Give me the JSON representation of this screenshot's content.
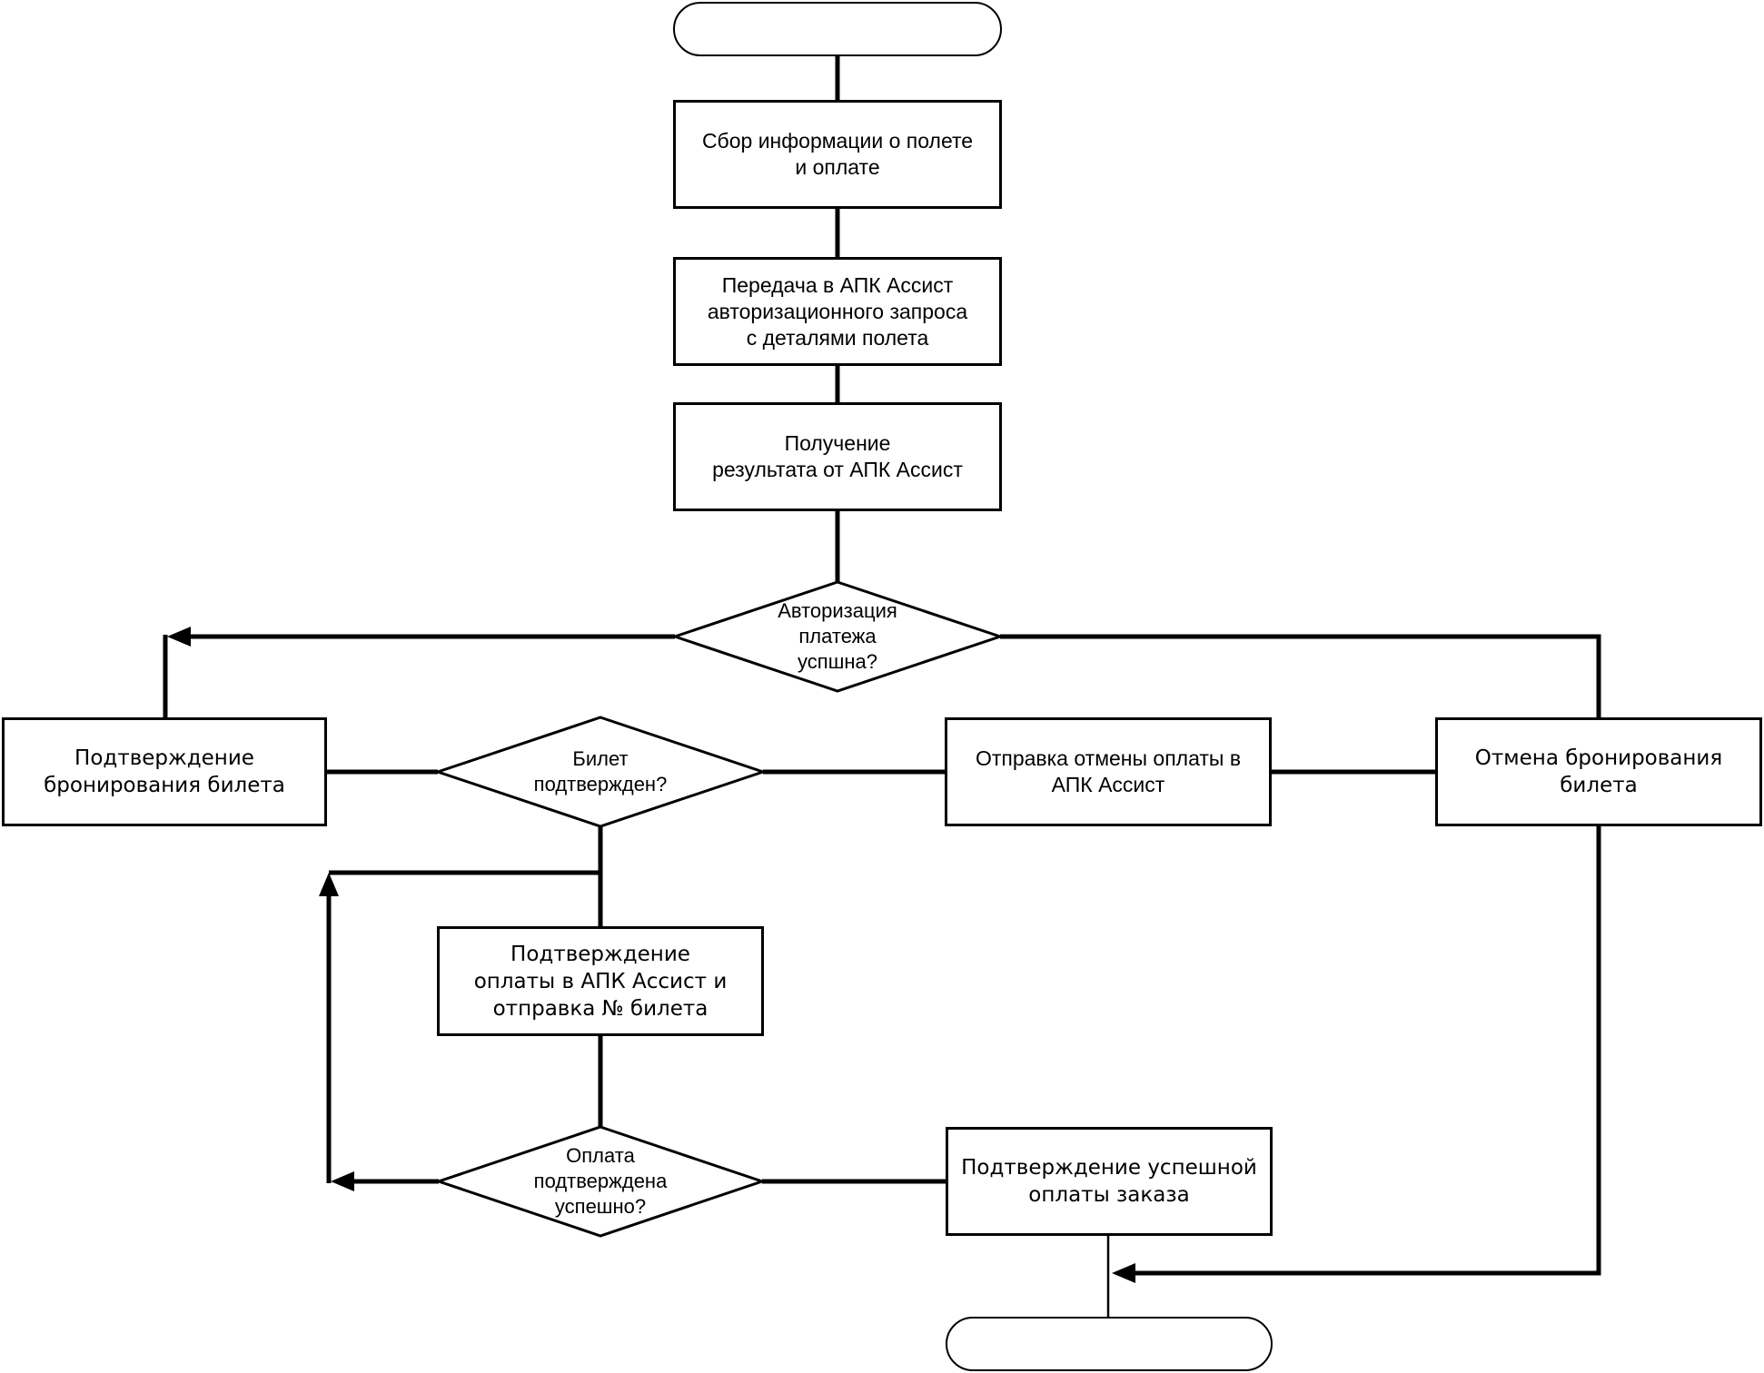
{
  "diagram": {
    "title": "flowchart-ticket-payment-processing",
    "colors": {
      "background": "#ffffff",
      "line": "#000000",
      "shape_fill": "#ffffff",
      "text": "#000000"
    },
    "nodes": {
      "start": {
        "type": "terminator",
        "label": ""
      },
      "collect_info": {
        "type": "process",
        "label": "Сбор информации о полете\nи оплате"
      },
      "auth_request": {
        "type": "process",
        "label": "Передача в АПК Ассист\nавторизационного запроса\nс деталями полета"
      },
      "receive_result": {
        "type": "process",
        "label": "Получение\nрезультата от АПК Ассист"
      },
      "auth_success": {
        "type": "decision",
        "label": "Авторизация\nплатежа\nуспшна?"
      },
      "confirm_booking": {
        "type": "process",
        "label": "Подтверждение\nбронирования билета"
      },
      "ticket_confirmed": {
        "type": "decision",
        "label": "Билет\nподтвержден?"
      },
      "send_payment_cancellation": {
        "type": "process",
        "label": "Отправка отмены оплаты в\nАПК Ассист"
      },
      "cancel_booking": {
        "type": "process",
        "label": "Отмена бронирования\nбилета"
      },
      "confirm_payment_send_ticket": {
        "type": "process",
        "label": "Подтверждение\nоплаты в АПК Ассист и\nотправка № билета"
      },
      "payment_confirmed": {
        "type": "decision",
        "label": "Оплата\nподтверждена\nуспешно?"
      },
      "confirm_order_payment": {
        "type": "process",
        "label": "Подтверждение успешной\nоплаты заказа"
      },
      "end": {
        "type": "terminator",
        "label": ""
      }
    },
    "edges": [
      {
        "from": "start",
        "to": "collect_info"
      },
      {
        "from": "collect_info",
        "to": "auth_request"
      },
      {
        "from": "auth_request",
        "to": "receive_result"
      },
      {
        "from": "receive_result",
        "to": "auth_success"
      },
      {
        "from": "auth_success",
        "to": "confirm_booking"
      },
      {
        "from": "auth_success",
        "to": "cancel_booking"
      },
      {
        "from": "confirm_booking",
        "to": "ticket_confirmed"
      },
      {
        "from": "ticket_confirmed",
        "to": "send_payment_cancellation"
      },
      {
        "from": "send_payment_cancellation",
        "to": "cancel_booking"
      },
      {
        "from": "ticket_confirmed",
        "to": "confirm_payment_send_ticket"
      },
      {
        "from": "confirm_payment_send_ticket",
        "to": "payment_confirmed"
      },
      {
        "from": "payment_confirmed",
        "to": "confirm_payment_send_ticket"
      },
      {
        "from": "payment_confirmed",
        "to": "confirm_order_payment"
      },
      {
        "from": "cancel_booking",
        "to": "end"
      },
      {
        "from": "confirm_order_payment",
        "to": "end"
      }
    ]
  }
}
